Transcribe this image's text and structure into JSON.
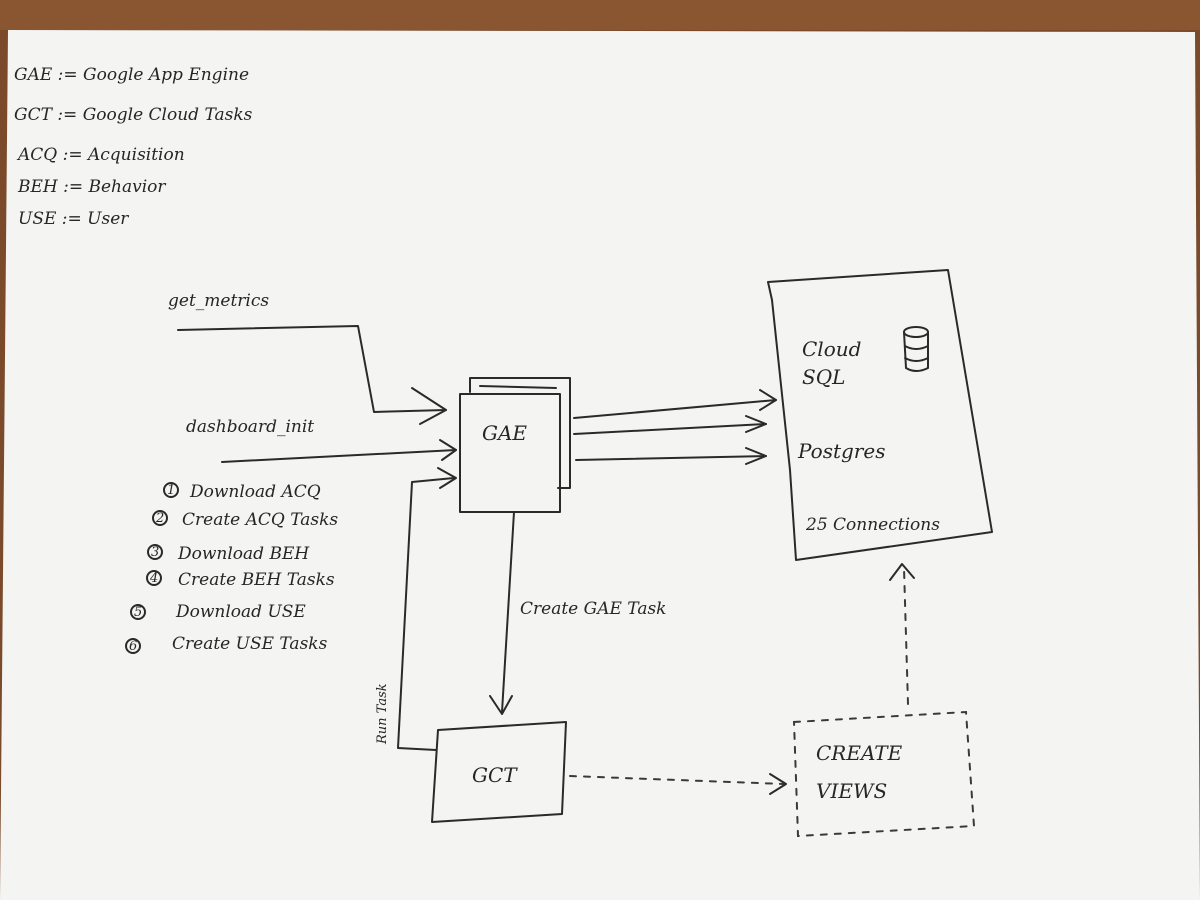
{
  "legend": [
    {
      "text": "GAE := Google App Engine"
    },
    {
      "text": "GCT := Google Cloud Tasks"
    },
    {
      "text": "ACQ := Acquisition"
    },
    {
      "text": "BEH := Behavior"
    },
    {
      "text": "USE := User"
    }
  ],
  "inputs": {
    "get_metrics": "get_metrics",
    "dashboard_init": "dashboard_init"
  },
  "steps": [
    {
      "num": "1",
      "text": "Download ACQ"
    },
    {
      "num": "2",
      "text": "Create ACQ Tasks"
    },
    {
      "num": "3",
      "text": "Download BEH"
    },
    {
      "num": "4",
      "text": "Create BEH Tasks"
    },
    {
      "num": "5",
      "text": "Download USE"
    },
    {
      "num": "6",
      "text": "Create USE Tasks"
    }
  ],
  "nodes": {
    "gae": "GAE",
    "gct": "GCT",
    "db_line1": "Cloud",
    "db_line2": "SQL",
    "db_engine": "Postgres",
    "db_connections": "25 Connections",
    "views_line1": "CREATE",
    "views_line2": "VIEWS"
  },
  "edges": {
    "create_task": "Create GAE Task",
    "run_task": "Run Task"
  },
  "colors": {
    "paper": "#f4f4f2",
    "ink": "#2a2a2a",
    "table": "#7a4a2a"
  }
}
